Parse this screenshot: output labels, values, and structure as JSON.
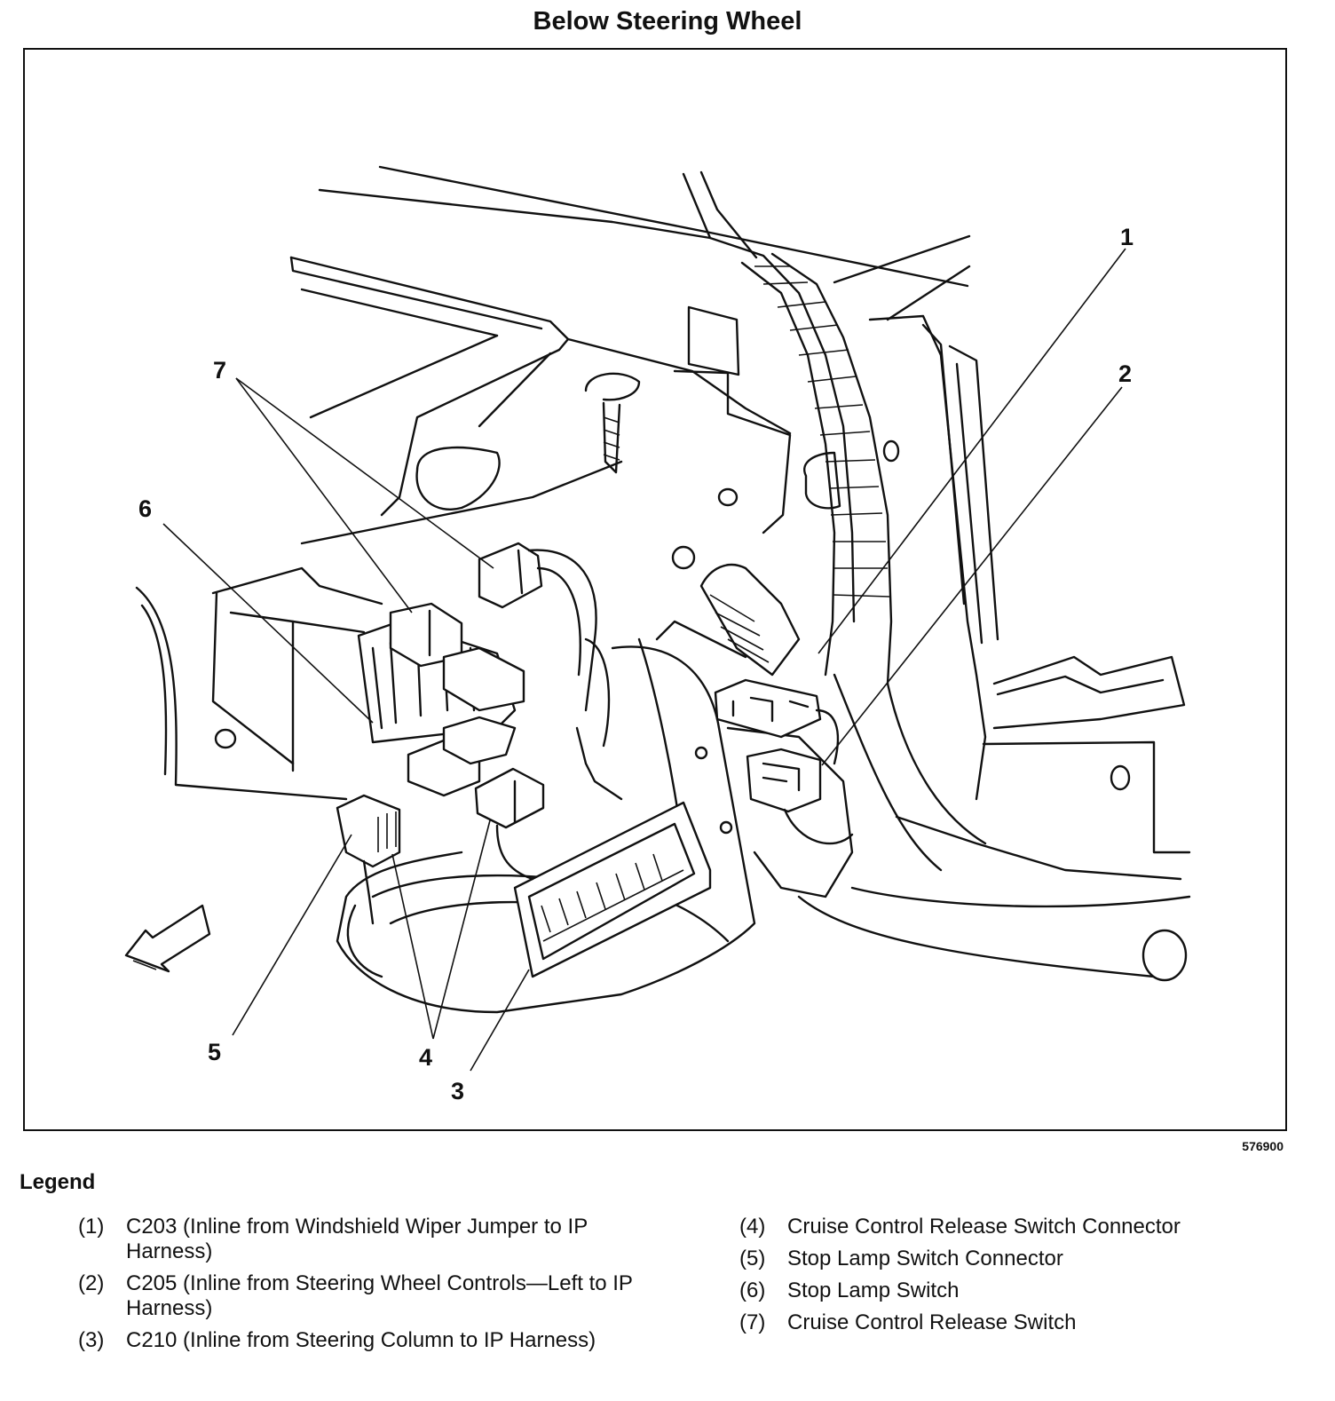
{
  "title": "Below Steering Wheel",
  "figure_number": "576900",
  "callouts": [
    "1",
    "2",
    "3",
    "4",
    "5",
    "6",
    "7"
  ],
  "legend": {
    "title": "Legend",
    "items": [
      {
        "num": "(1)",
        "text": "C203 (Inline from Windshield Wiper Jumper to IP Harness)"
      },
      {
        "num": "(2)",
        "text": "C205 (Inline from Steering Wheel Controls—Left to IP Harness)"
      },
      {
        "num": "(3)",
        "text": "C210 (Inline from Steering Column to IP Harness)"
      },
      {
        "num": "(4)",
        "text": "Cruise Control Release Switch Connector"
      },
      {
        "num": "(5)",
        "text": "Stop Lamp Switch Connector"
      },
      {
        "num": "(6)",
        "text": "Stop Lamp Switch"
      },
      {
        "num": "(7)",
        "text": "Cruise Control Release Switch"
      }
    ]
  },
  "icons": {
    "front_arrow": "front-direction-arrow-icon"
  }
}
